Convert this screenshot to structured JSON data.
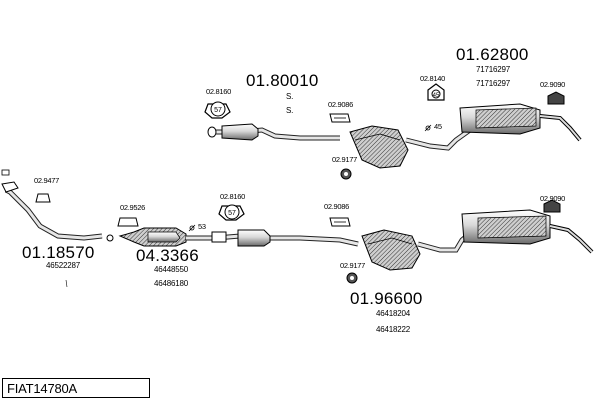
{
  "title": "FIAT14780A",
  "upper": {
    "front_number": "01.80010",
    "front_notes": [
      "S.",
      "S."
    ],
    "rear_number": "01.62800",
    "rear_refs": [
      "71716297",
      "71716297"
    ],
    "clamp_front": "02.8160",
    "clamp_front_badge": "57",
    "clamp_mid": "02.9086",
    "clamp_rear": "02.8140",
    "clamp_rear_badge": "45",
    "clamp_tail": "02.9090",
    "rubber_mid": "02.9177",
    "pipe_size": "45"
  },
  "lower": {
    "manifold_clip": "02.9477",
    "downpipe_number": "01.18570",
    "downpipe_ref": "46522287",
    "cat_clamp": "02.9526",
    "cat_number": "04.3366",
    "cat_refs": [
      "46448550",
      "46486180"
    ],
    "clamp_front": "02.8160",
    "clamp_front_badge": "57",
    "pipe_size": "53",
    "clamp_mid": "02.9086",
    "rubber_mid": "02.9177",
    "clamp_tail": "02.9090",
    "system_number": "01.96600",
    "system_refs": [
      "46418204",
      "46418222"
    ]
  }
}
